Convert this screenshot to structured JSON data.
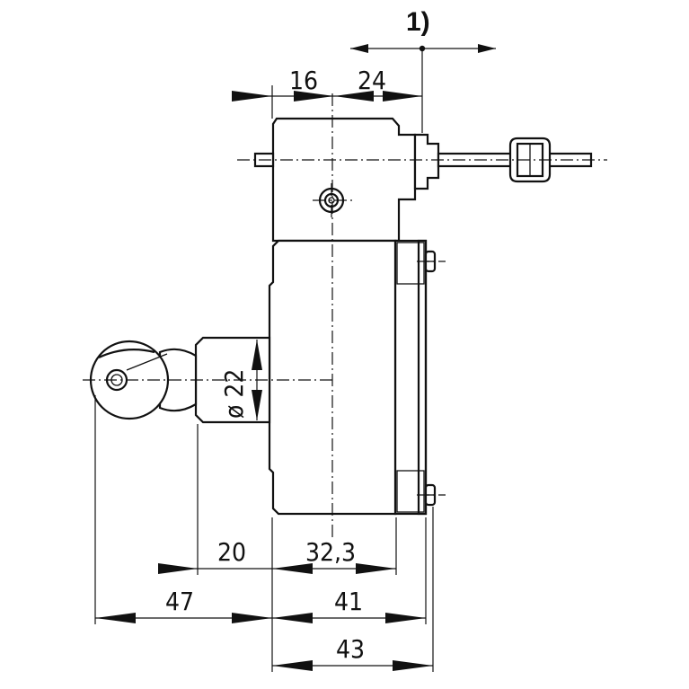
{
  "note_marker": "1)",
  "dimensions": {
    "top_left": "16",
    "top_right": "24",
    "diameter": "ø 22",
    "bottom_20": "20",
    "bottom_32_3": "32,3",
    "bottom_47": "47",
    "bottom_41": "41",
    "bottom_43": "43"
  }
}
